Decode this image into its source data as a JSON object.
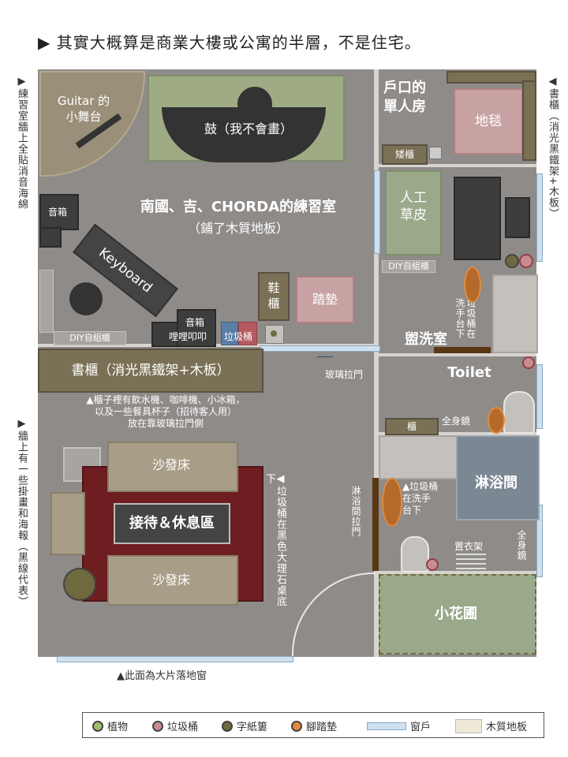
{
  "title": "▶ 其實大概算是商業大樓或公寓的半層，不是住宅。",
  "side_notes": {
    "left_top": "▶練習室牆上全貼消音海綿",
    "right_top": "◀書櫃（消光黑鐵架+木板）",
    "left_bottom": "▶牆上有一些掛畫和海報（黑線代表）",
    "bottom": "▲此面為大片落地窗"
  },
  "labels": {
    "guitar": "Guitar 的\n小舞台",
    "drums": "鼓（我不會畫）",
    "practice_room": "南國、吉、CHORDA的練習室",
    "practice_floor": "（鋪了木質地板）",
    "speaker1": "音箱",
    "keyboard": "Keyboard",
    "shoe_cabinet": "鞋\n櫃",
    "mat": "踏墊",
    "diy1": "DIY自組櫃",
    "speaker2": "音箱",
    "lilipapa": "哩哩叩叩",
    "trash_small": "垃圾桶",
    "glass_door": "玻璃拉門",
    "bookshelf": "書櫃（消光黑鐵架+木板）",
    "bookshelf_note": "▲櫃子裡有飲水機、咖啡機、小冰箱，\n以及一些餐具杯子（招待客人用）\n放在靠玻璃拉門側",
    "sofa_bed_top": "沙發床",
    "reception": "接待＆休息區",
    "sofa_bed_bottom": "沙發床",
    "trash_note": "◀垃圾桶在黑色大理石桌底下",
    "room_owner": "戶口的\n單人房",
    "carpet": "地毯",
    "low_cabinet": "矮櫃",
    "grass": "人工\n草皮",
    "diy2": "DIY自組櫃",
    "washroom": "盥洗室",
    "washroom_trash": "垃圾桶在洗手台下",
    "toilet": "Toilet",
    "mirror1": "全身鏡",
    "cabinet": "櫃",
    "shower": "淋浴間",
    "shower_door": "淋浴間拉門",
    "trash_sink": "▲垃圾桶\n在洗手\n台下",
    "rack": "置衣架",
    "mirror2": "全身鏡",
    "garden": "小花圃"
  },
  "legend": [
    {
      "label": "植物",
      "color": "#9bbf6a"
    },
    {
      "label": "垃圾桶",
      "color": "#c98c8e"
    },
    {
      "label": "字紙簍",
      "color": "#6e6a3e"
    },
    {
      "label": "腳踏墊",
      "color": "#e48a3a"
    },
    {
      "label": "窗戶",
      "color": "#cfe0ee"
    },
    {
      "label": "木質地板",
      "color": "#efe9d8"
    }
  ]
}
